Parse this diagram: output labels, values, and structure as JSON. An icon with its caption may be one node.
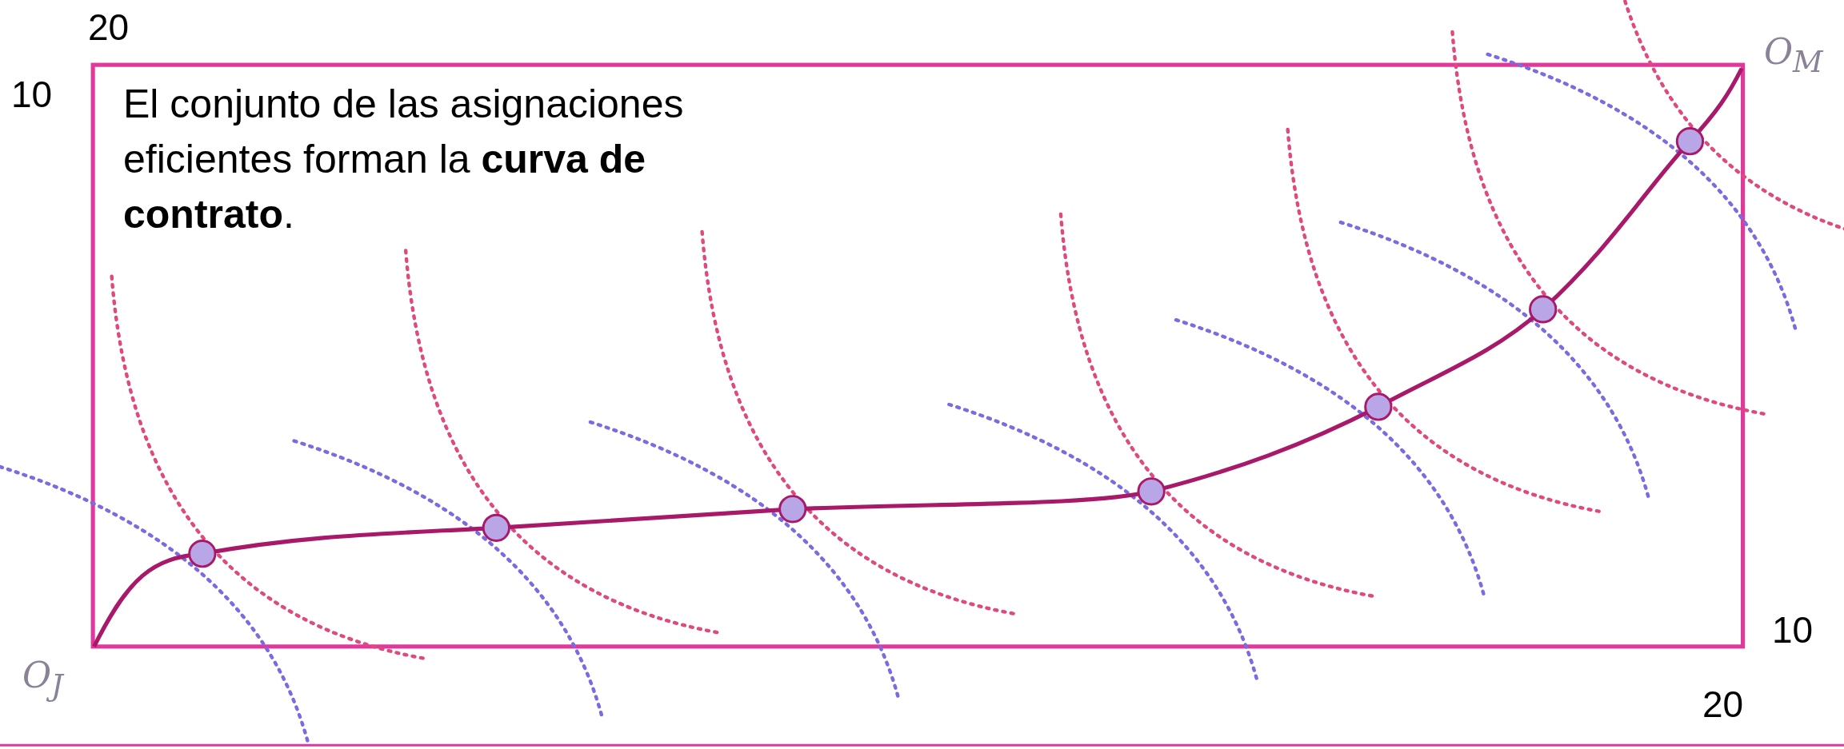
{
  "diagram": {
    "labels": [
      "20",
      "O$_{M}$",
      "10",
      "El conjunto de las asignaciones eficientes forman la **curva de contrato**.",
      "10",
      "O$_{J}$",
      "20"
    ]
  }
}
